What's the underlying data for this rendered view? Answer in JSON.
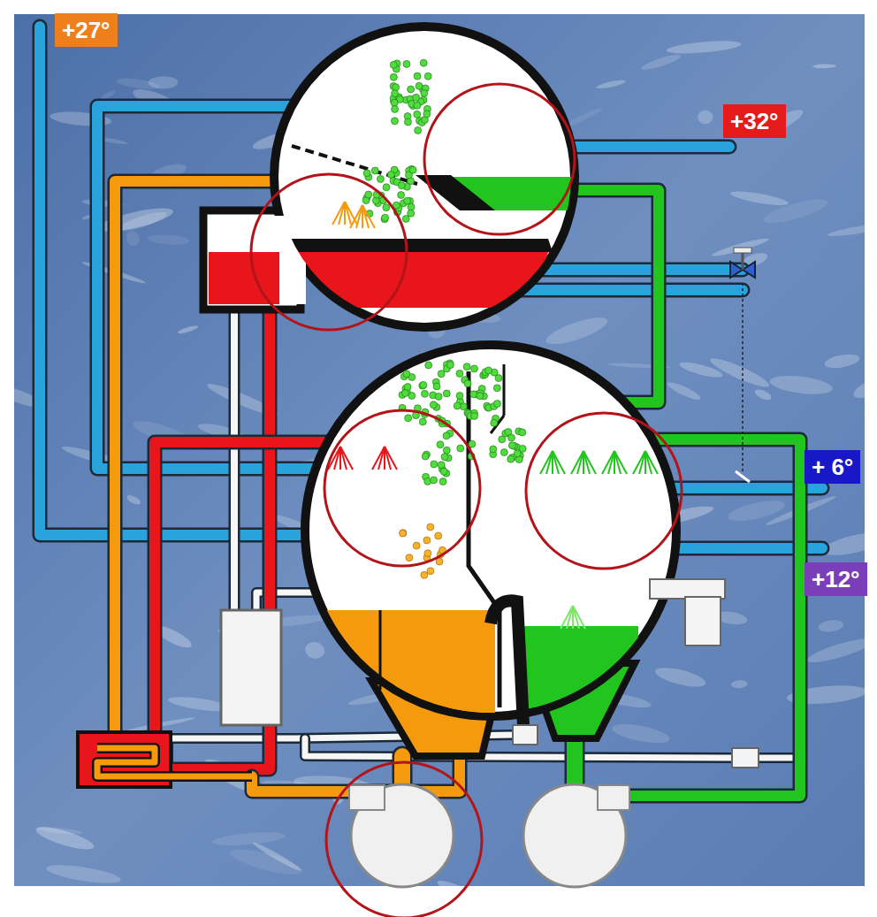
{
  "diagram": {
    "nodes": [
      {
        "text": [
          "+27°"
        ]
      },
      {
        "text": [
          "+32°"
        ]
      },
      {
        "text": [
          "+ 6°"
        ]
      },
      {
        "text": [
          "+12°"
        ]
      }
    ],
    "edges": []
  }
}
